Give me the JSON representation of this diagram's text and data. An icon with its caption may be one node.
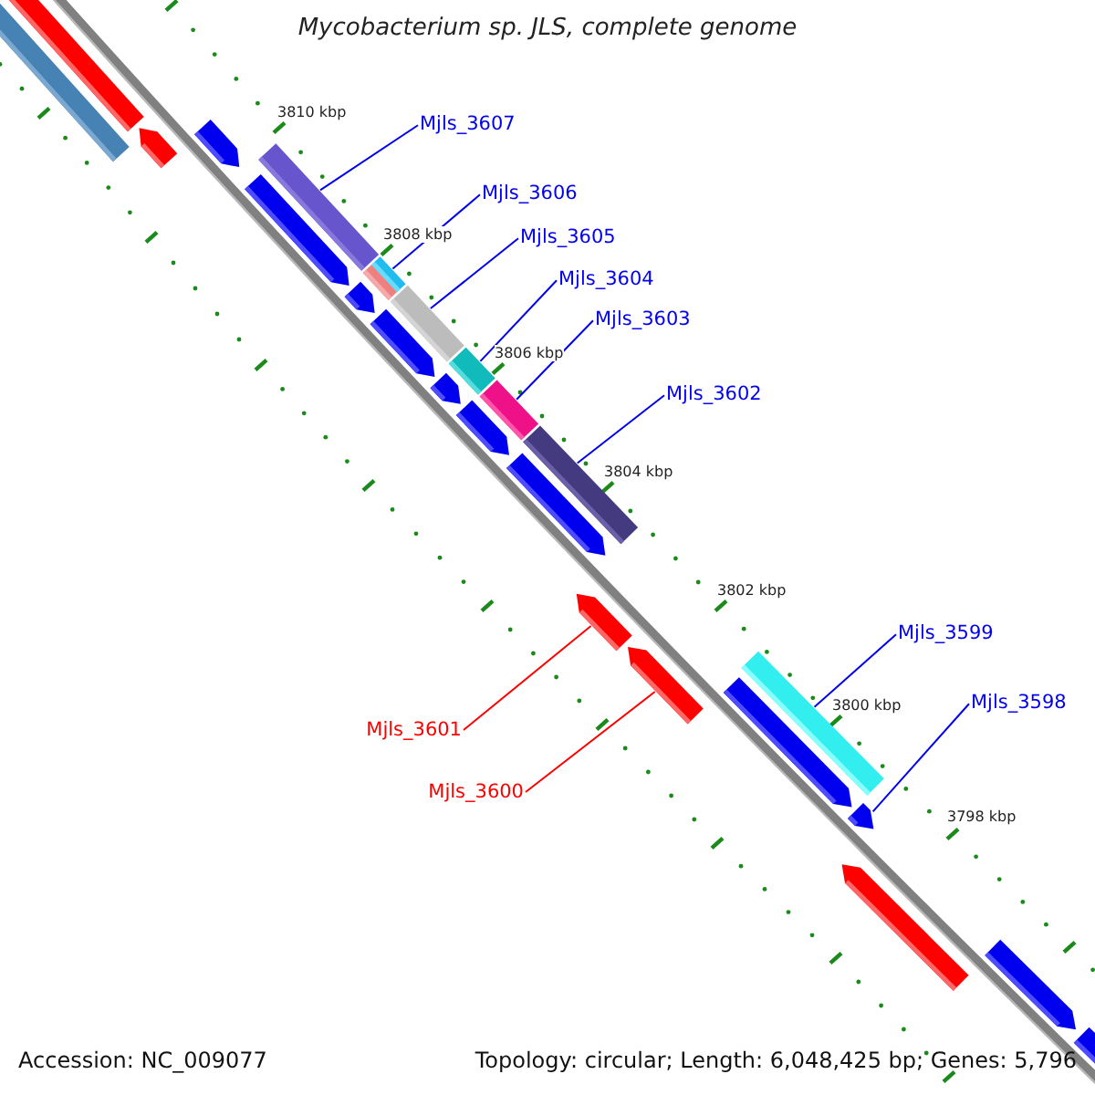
{
  "diagram": {
    "title": "Mycobacterium sp. JLS, complete genome",
    "nodes": [
      {
        "text": [
          "Mjls_3607"
        ]
      },
      {
        "text": [
          "Mjls_3606"
        ]
      },
      {
        "text": [
          "Mjls_3605"
        ]
      },
      {
        "text": [
          "Mjls_3604"
        ]
      },
      {
        "text": [
          "Mjls_3603"
        ]
      },
      {
        "text": [
          "Mjls_3602"
        ]
      },
      {
        "text": [
          "Mjls_3599"
        ]
      },
      {
        "text": [
          "Mjls_3598"
        ]
      },
      {
        "text": [
          "Mjls_3601"
        ]
      },
      {
        "text": [
          "Mjls_3600"
        ]
      },
      {
        "text": [],
        "shape": "bar"
      },
      {
        "text": [],
        "shape": "bar"
      },
      {
        "text": [],
        "shape": "bar"
      },
      {
        "text": [],
        "shape": "bar"
      },
      {
        "text": [],
        "shape": "bar"
      },
      {
        "text": [],
        "shape": "bar"
      },
      {
        "text": [],
        "shape": "bar"
      },
      {
        "text": [],
        "shape": "bar"
      },
      {
        "text": [],
        "shape": "bar"
      },
      {
        "text": [],
        "shape": "bar"
      }
    ],
    "edges": [
      {
        "from": 0,
        "to": 10,
        "arrow": "none"
      },
      {
        "from": 1,
        "to": 11,
        "arrow": "none"
      },
      {
        "from": 2,
        "to": 12,
        "arrow": "none"
      },
      {
        "from": 3,
        "to": 13,
        "arrow": "none"
      },
      {
        "from": 4,
        "to": 14,
        "arrow": "none"
      },
      {
        "from": 5,
        "to": 15,
        "arrow": "none"
      },
      {
        "from": 6,
        "to": 18,
        "arrow": "none"
      },
      {
        "from": 7,
        "to": 19,
        "arrow": "none"
      },
      {
        "from": 8,
        "to": 16,
        "arrow": "none",
        "color": "#ff0000"
      },
      {
        "from": 9,
        "to": 17,
        "arrow": "none",
        "color": "#ff0000"
      }
    ],
    "labels": [
      "3810 kbp",
      "3808 kbp",
      "3806 kbp",
      "3804 kbp",
      "3802 kbp",
      "3800 kbp",
      "3798 kbp",
      "Accession: NC_009077",
      "Topology: circular; Length: 6,048,425 bp; Genes: 5,796"
    ]
  }
}
